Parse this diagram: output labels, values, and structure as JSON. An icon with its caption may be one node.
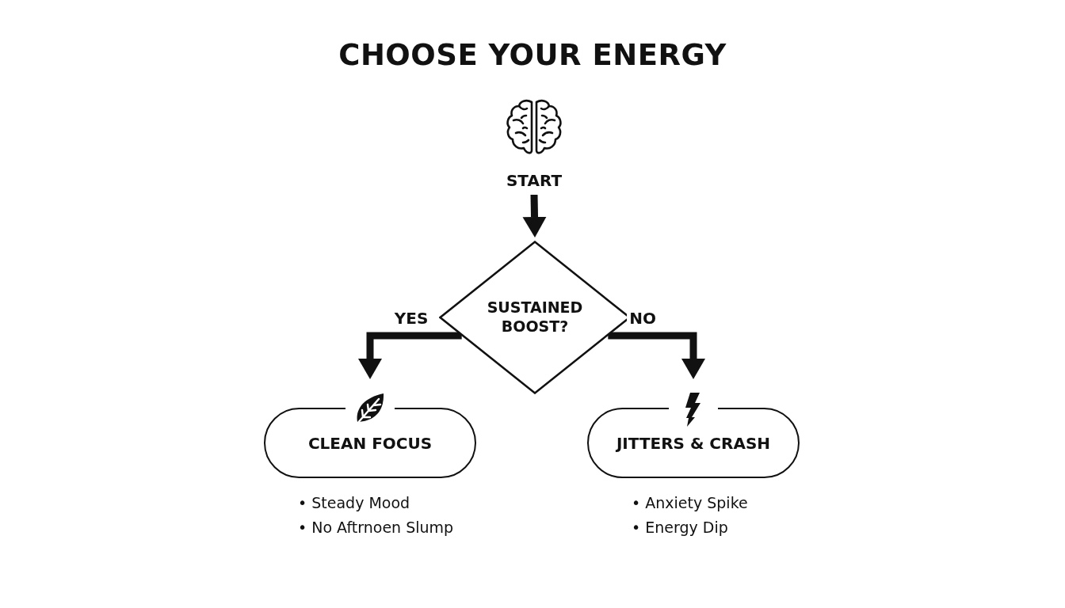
{
  "diagram": {
    "title": "CHOOSE YOUR ENERGY",
    "nodes": [
      {
        "text": [
          "START"
        ]
      },
      {
        "text": [
          "SUSTAINED BOOST?"
        ]
      },
      {
        "text": [
          "CLEAN FOCUS"
        ],
        "beside": [
          "• Steady Mood",
          "• No Aftrnoen Slump"
        ]
      },
      {
        "text": [
          "JITTERS & CRASH"
        ],
        "beside": [
          "• Anxiety Spike",
          "• Energy Dip"
        ]
      }
    ],
    "edges": [
      {
        "from": 0,
        "to": 1,
        "arrow": "to"
      },
      {
        "from": 1,
        "to": 2,
        "arrow": "to",
        "label": "YES"
      },
      {
        "from": 1,
        "to": 3,
        "arrow": "to",
        "label": "NO"
      }
    ]
  }
}
